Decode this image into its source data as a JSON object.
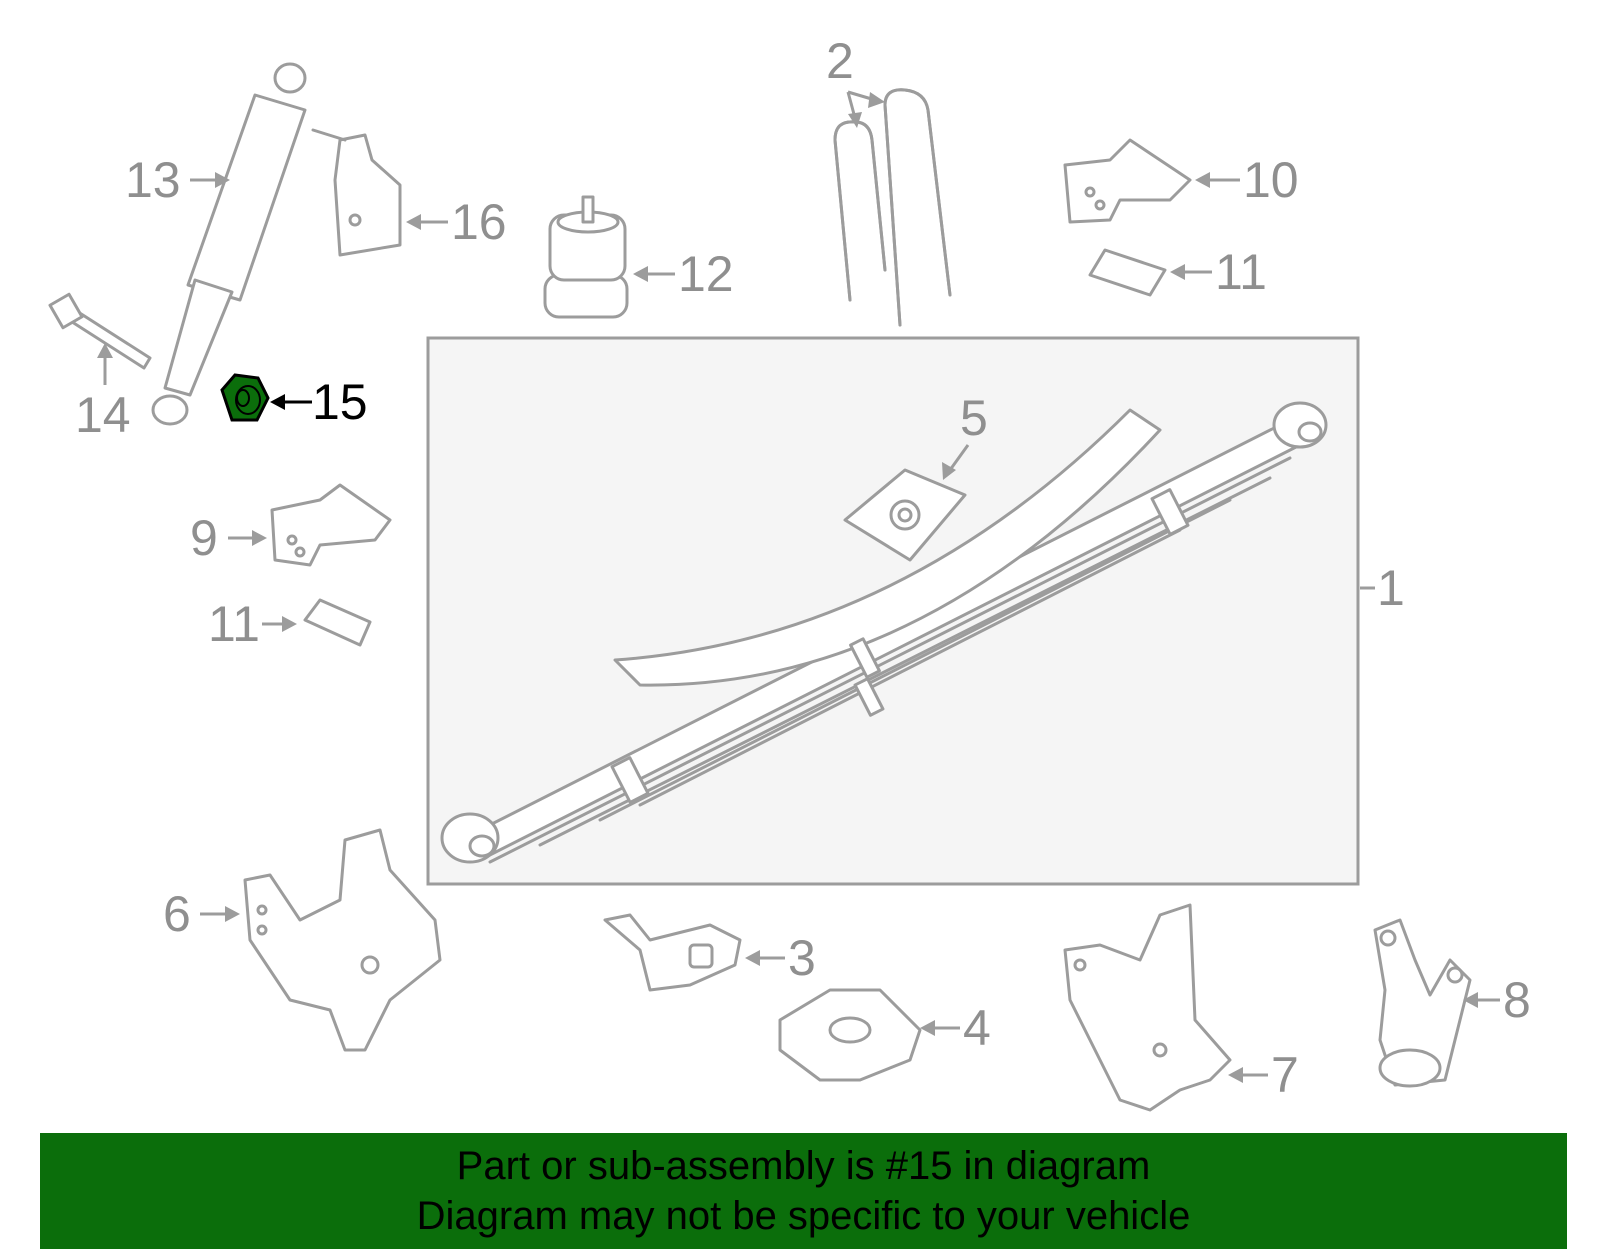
{
  "diagram": {
    "highlighted_part": "15",
    "callouts": [
      {
        "id": "part-1",
        "label": "1"
      },
      {
        "id": "part-2",
        "label": "2"
      },
      {
        "id": "part-3",
        "label": "3"
      },
      {
        "id": "part-4",
        "label": "4"
      },
      {
        "id": "part-5",
        "label": "5"
      },
      {
        "id": "part-6",
        "label": "6"
      },
      {
        "id": "part-7",
        "label": "7"
      },
      {
        "id": "part-8",
        "label": "8"
      },
      {
        "id": "part-9",
        "label": "9"
      },
      {
        "id": "part-10",
        "label": "10"
      },
      {
        "id": "part-11a",
        "label": "11"
      },
      {
        "id": "part-11b",
        "label": "11"
      },
      {
        "id": "part-12",
        "label": "12"
      },
      {
        "id": "part-13",
        "label": "13"
      },
      {
        "id": "part-14",
        "label": "14"
      },
      {
        "id": "part-15",
        "label": "15"
      },
      {
        "id": "part-16",
        "label": "16"
      }
    ],
    "colors": {
      "highlight": "#0b6e0b",
      "line": "#9c9c9c",
      "label": "#8f8f8f",
      "assembly_box": "#f5f5f5"
    }
  },
  "banner": {
    "line1": "Part or sub-assembly is #15 in diagram",
    "line2": "Diagram may not be specific to your vehicle"
  }
}
